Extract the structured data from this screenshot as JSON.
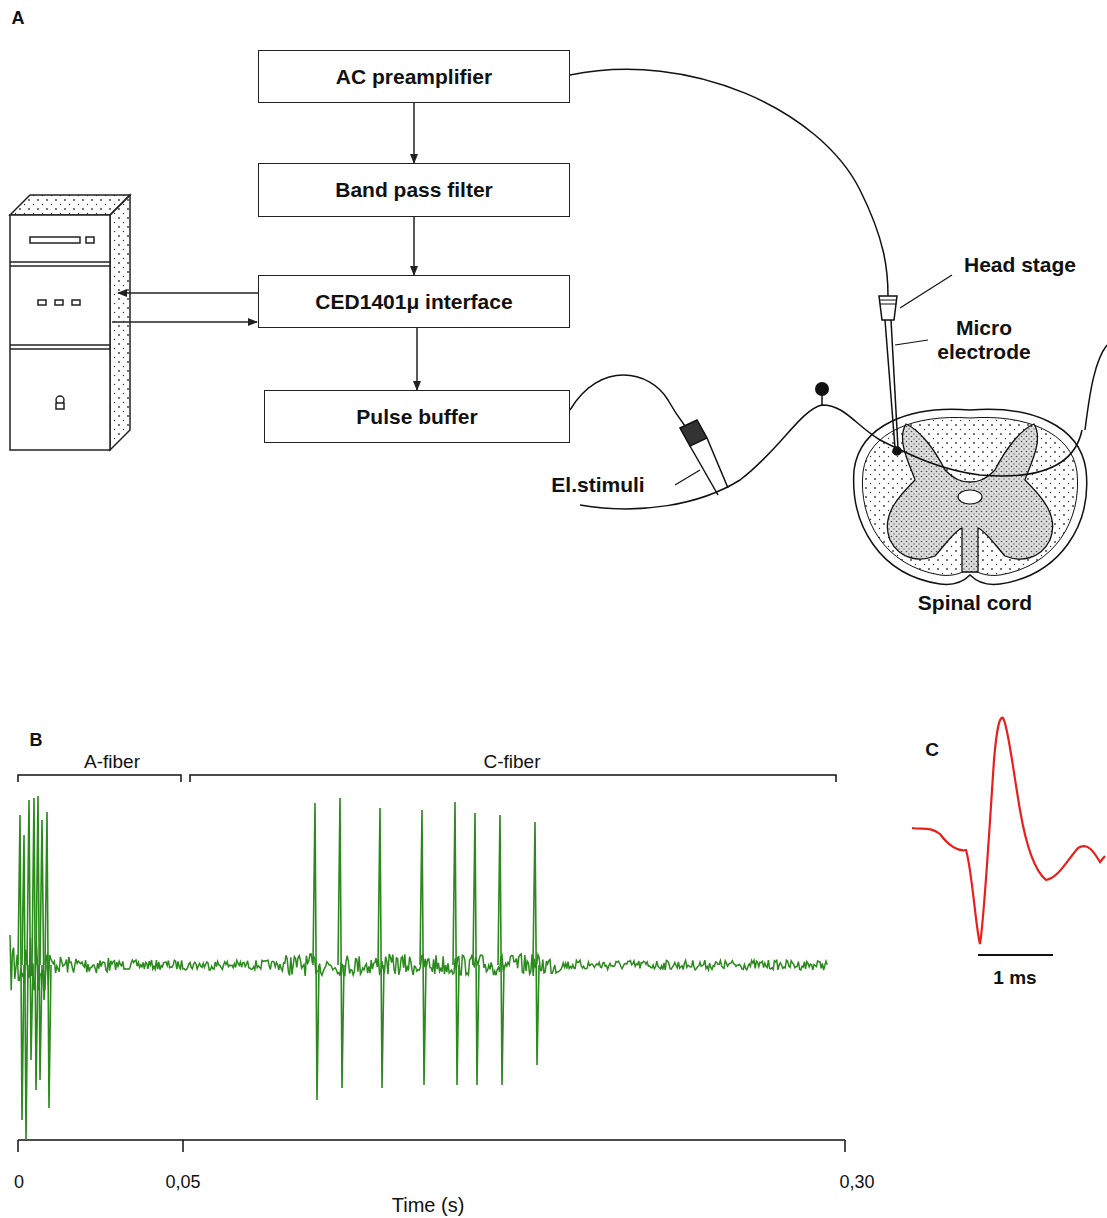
{
  "diagram": {
    "nodes": [
      {
        "text": [
          "AC preamplifier"
        ]
      },
      {
        "text": [
          "Band pass filter"
        ]
      },
      {
        "text": [
          "CED1401μ interface"
        ]
      },
      {
        "text": [
          "Pulse buffer"
        ]
      }
    ],
    "edges": [
      {
        "from": 0,
        "to": 1,
        "arrow": "to"
      },
      {
        "from": 1,
        "to": 2,
        "arrow": "to"
      },
      {
        "from": 2,
        "to": 3,
        "arrow": "to"
      }
    ],
    "labels": [
      "A",
      "Head stage",
      "Micro electrode",
      "El.stimuli",
      "Spinal cord",
      "B",
      "A-fiber",
      "C-fiber",
      "0",
      "0,05",
      "0,30",
      "Time (s)",
      "C",
      "1 ms"
    ]
  }
}
